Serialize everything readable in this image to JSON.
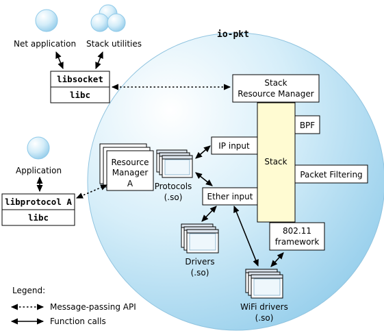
{
  "title": "io-pkt",
  "apps": {
    "net_app": "Net application",
    "stack_utils": "Stack utilities",
    "application": "Application"
  },
  "libsocket_box": {
    "top": "libsocket",
    "bottom": "libc"
  },
  "libprotocol_box": {
    "top": "libprotocol A",
    "bottom": "libc"
  },
  "resource_manager": {
    "line1": "Resource",
    "line2": "Manager",
    "line3": "A"
  },
  "stack_resource_manager": {
    "line1": "Stack",
    "line2": "Resource Manager"
  },
  "stack": "Stack",
  "bpf": "BPF",
  "packet_filtering": "Packet Filtering",
  "ip_input": "IP input",
  "ether_input": "Ether input",
  "framework": {
    "line1": "802.11",
    "line2": "framework"
  },
  "protocols": {
    "line1": "Protocols",
    "line2": "(.so)"
  },
  "drivers": {
    "line1": "Drivers",
    "line2": "(.so)"
  },
  "wifi_drivers": {
    "line1": "WiFi drivers",
    "line2": "(.so)"
  },
  "legend": {
    "title": "Legend:",
    "message_passing": "Message-passing API",
    "function_calls": "Function calls"
  },
  "colors": {
    "sphere": "#cfe9f7",
    "stack_fill": "#fffbd2",
    "line": "#000000"
  }
}
